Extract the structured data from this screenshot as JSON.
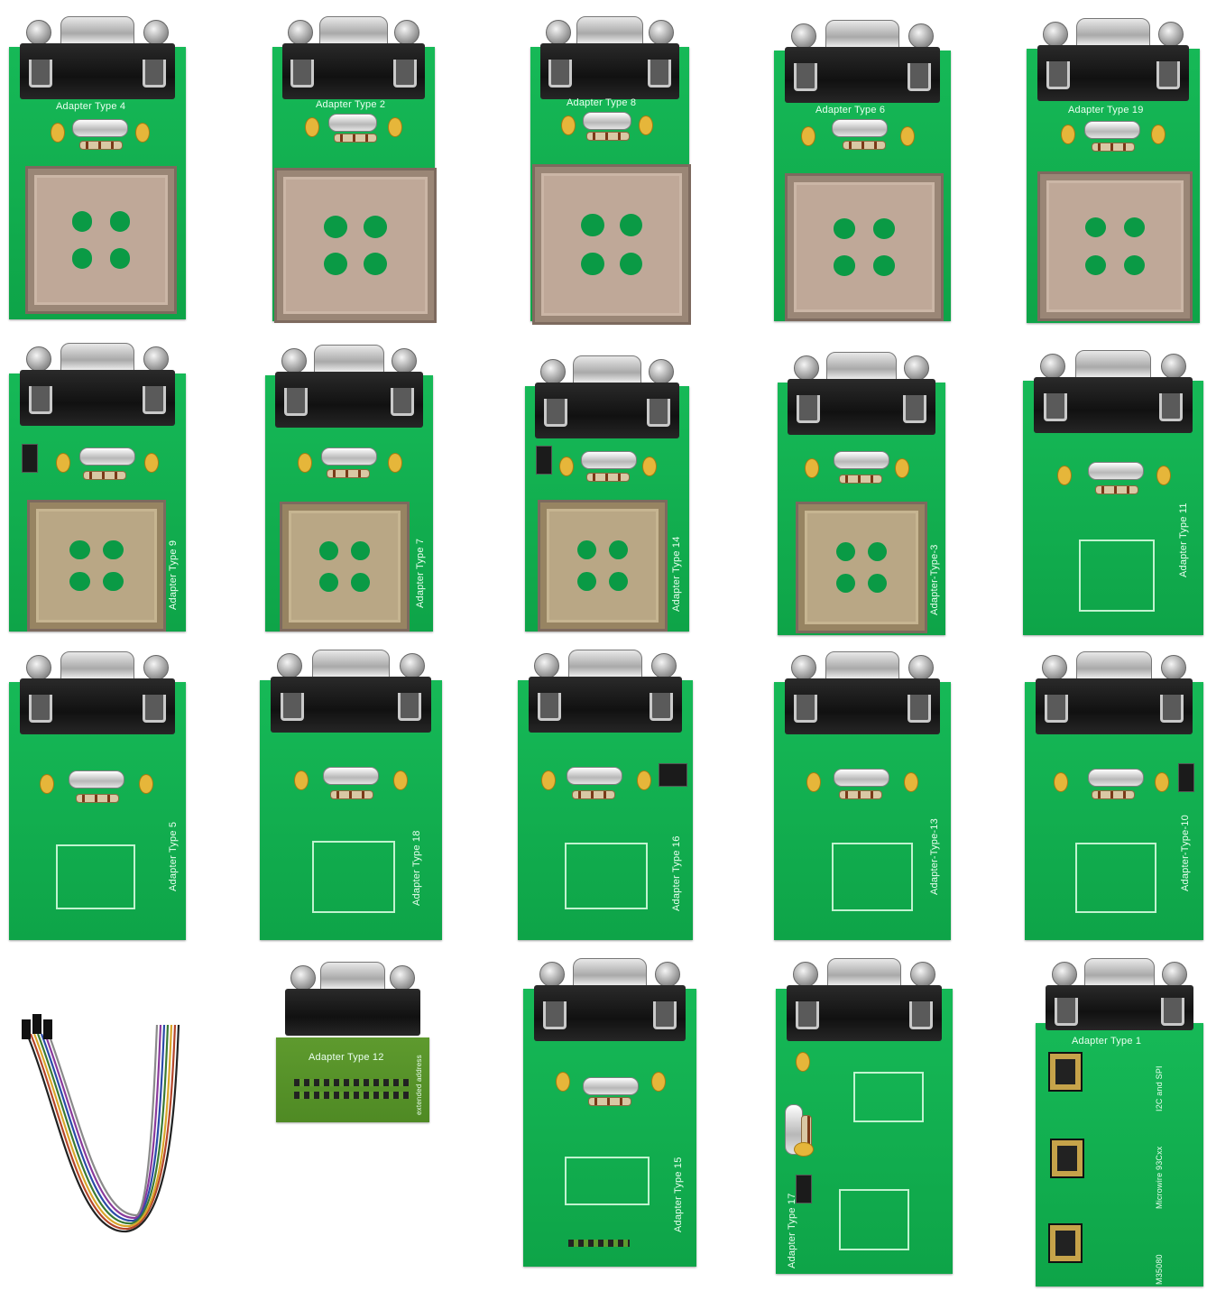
{
  "image": {
    "description_colors": {
      "pcb_green": "#0fae4c",
      "connector_black": "#111111",
      "connector_silver": "#c9c9c9",
      "socket_brown": "#bfa898",
      "socket_tan": "#b9a785",
      "small_board_olive": "#5e9a2e"
    }
  },
  "adapters": [
    {
      "id": "a4",
      "label": "Adapter Type 4"
    },
    {
      "id": "a2",
      "label": "Adapter Type 2"
    },
    {
      "id": "a8",
      "label": "Adapter Type 8"
    },
    {
      "id": "a6",
      "label": "Adapter Type 6"
    },
    {
      "id": "a19",
      "label": "Adapter Type 19"
    },
    {
      "id": "a9",
      "label": "Adapter Type 9"
    },
    {
      "id": "a7",
      "label": "Adapter Type 7"
    },
    {
      "id": "a14",
      "label": "Adapter Type 14"
    },
    {
      "id": "a3",
      "label": "Adapter-Type-3"
    },
    {
      "id": "a11",
      "label": "Adapter Type 11"
    },
    {
      "id": "a5",
      "label": "Adapter Type 5"
    },
    {
      "id": "a18",
      "label": "Adapter Type 18"
    },
    {
      "id": "a16",
      "label": "Adapter Type 16"
    },
    {
      "id": "a13",
      "label": "Adapter-Type-13"
    },
    {
      "id": "a10",
      "label": "Adapter-Type-10"
    },
    {
      "id": "a12",
      "label": "Adapter Type 12",
      "sub": "extended address"
    },
    {
      "id": "a15",
      "label": "Adapter Type 15"
    },
    {
      "id": "a17",
      "label": "Adapter Type 17"
    },
    {
      "id": "a1",
      "label": "Adapter Type 1",
      "sub1": "I2C and SPI",
      "sub2": "Microwire 93Cxx",
      "sub3": "M35080"
    }
  ]
}
